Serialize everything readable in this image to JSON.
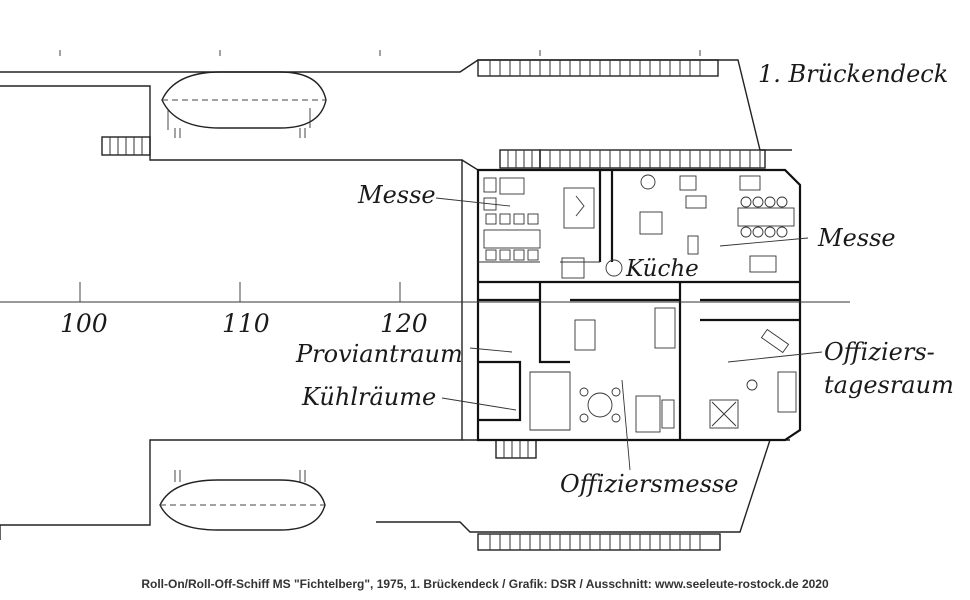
{
  "title": "1. Brückendeck",
  "rooms": {
    "messe_left": "Messe",
    "messe_right": "Messe",
    "kueche": "Küche",
    "proviantraum": "Proviantraum",
    "kuehlraeume": "Kühlräume",
    "offiziers_line1": "Offiziers-",
    "offiziers_line2": "tagesraum",
    "offiziersmesse": "Offiziersmesse"
  },
  "frames": [
    "100",
    "110",
    "120"
  ],
  "caption": "Roll-On/Roll-Off-Schiff MS \"Fichtelberg\", 1975, 1. Brückendeck / Grafik: DSR / Ausschnitt: www.seeleute-rostock.de 2020"
}
